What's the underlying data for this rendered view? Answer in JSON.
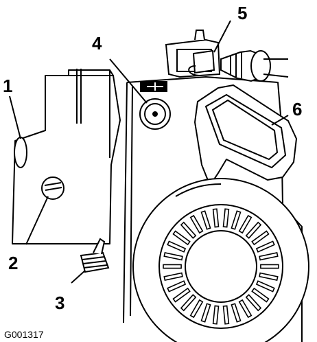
{
  "callouts": {
    "c1": "1",
    "c2": "2",
    "c3": "3",
    "c4": "4",
    "c5": "5",
    "c6": "6"
  },
  "figure_id": "G001317",
  "colors": {
    "line": "#000000",
    "fill": "#ffffff",
    "shade": "#9a9a9a"
  }
}
